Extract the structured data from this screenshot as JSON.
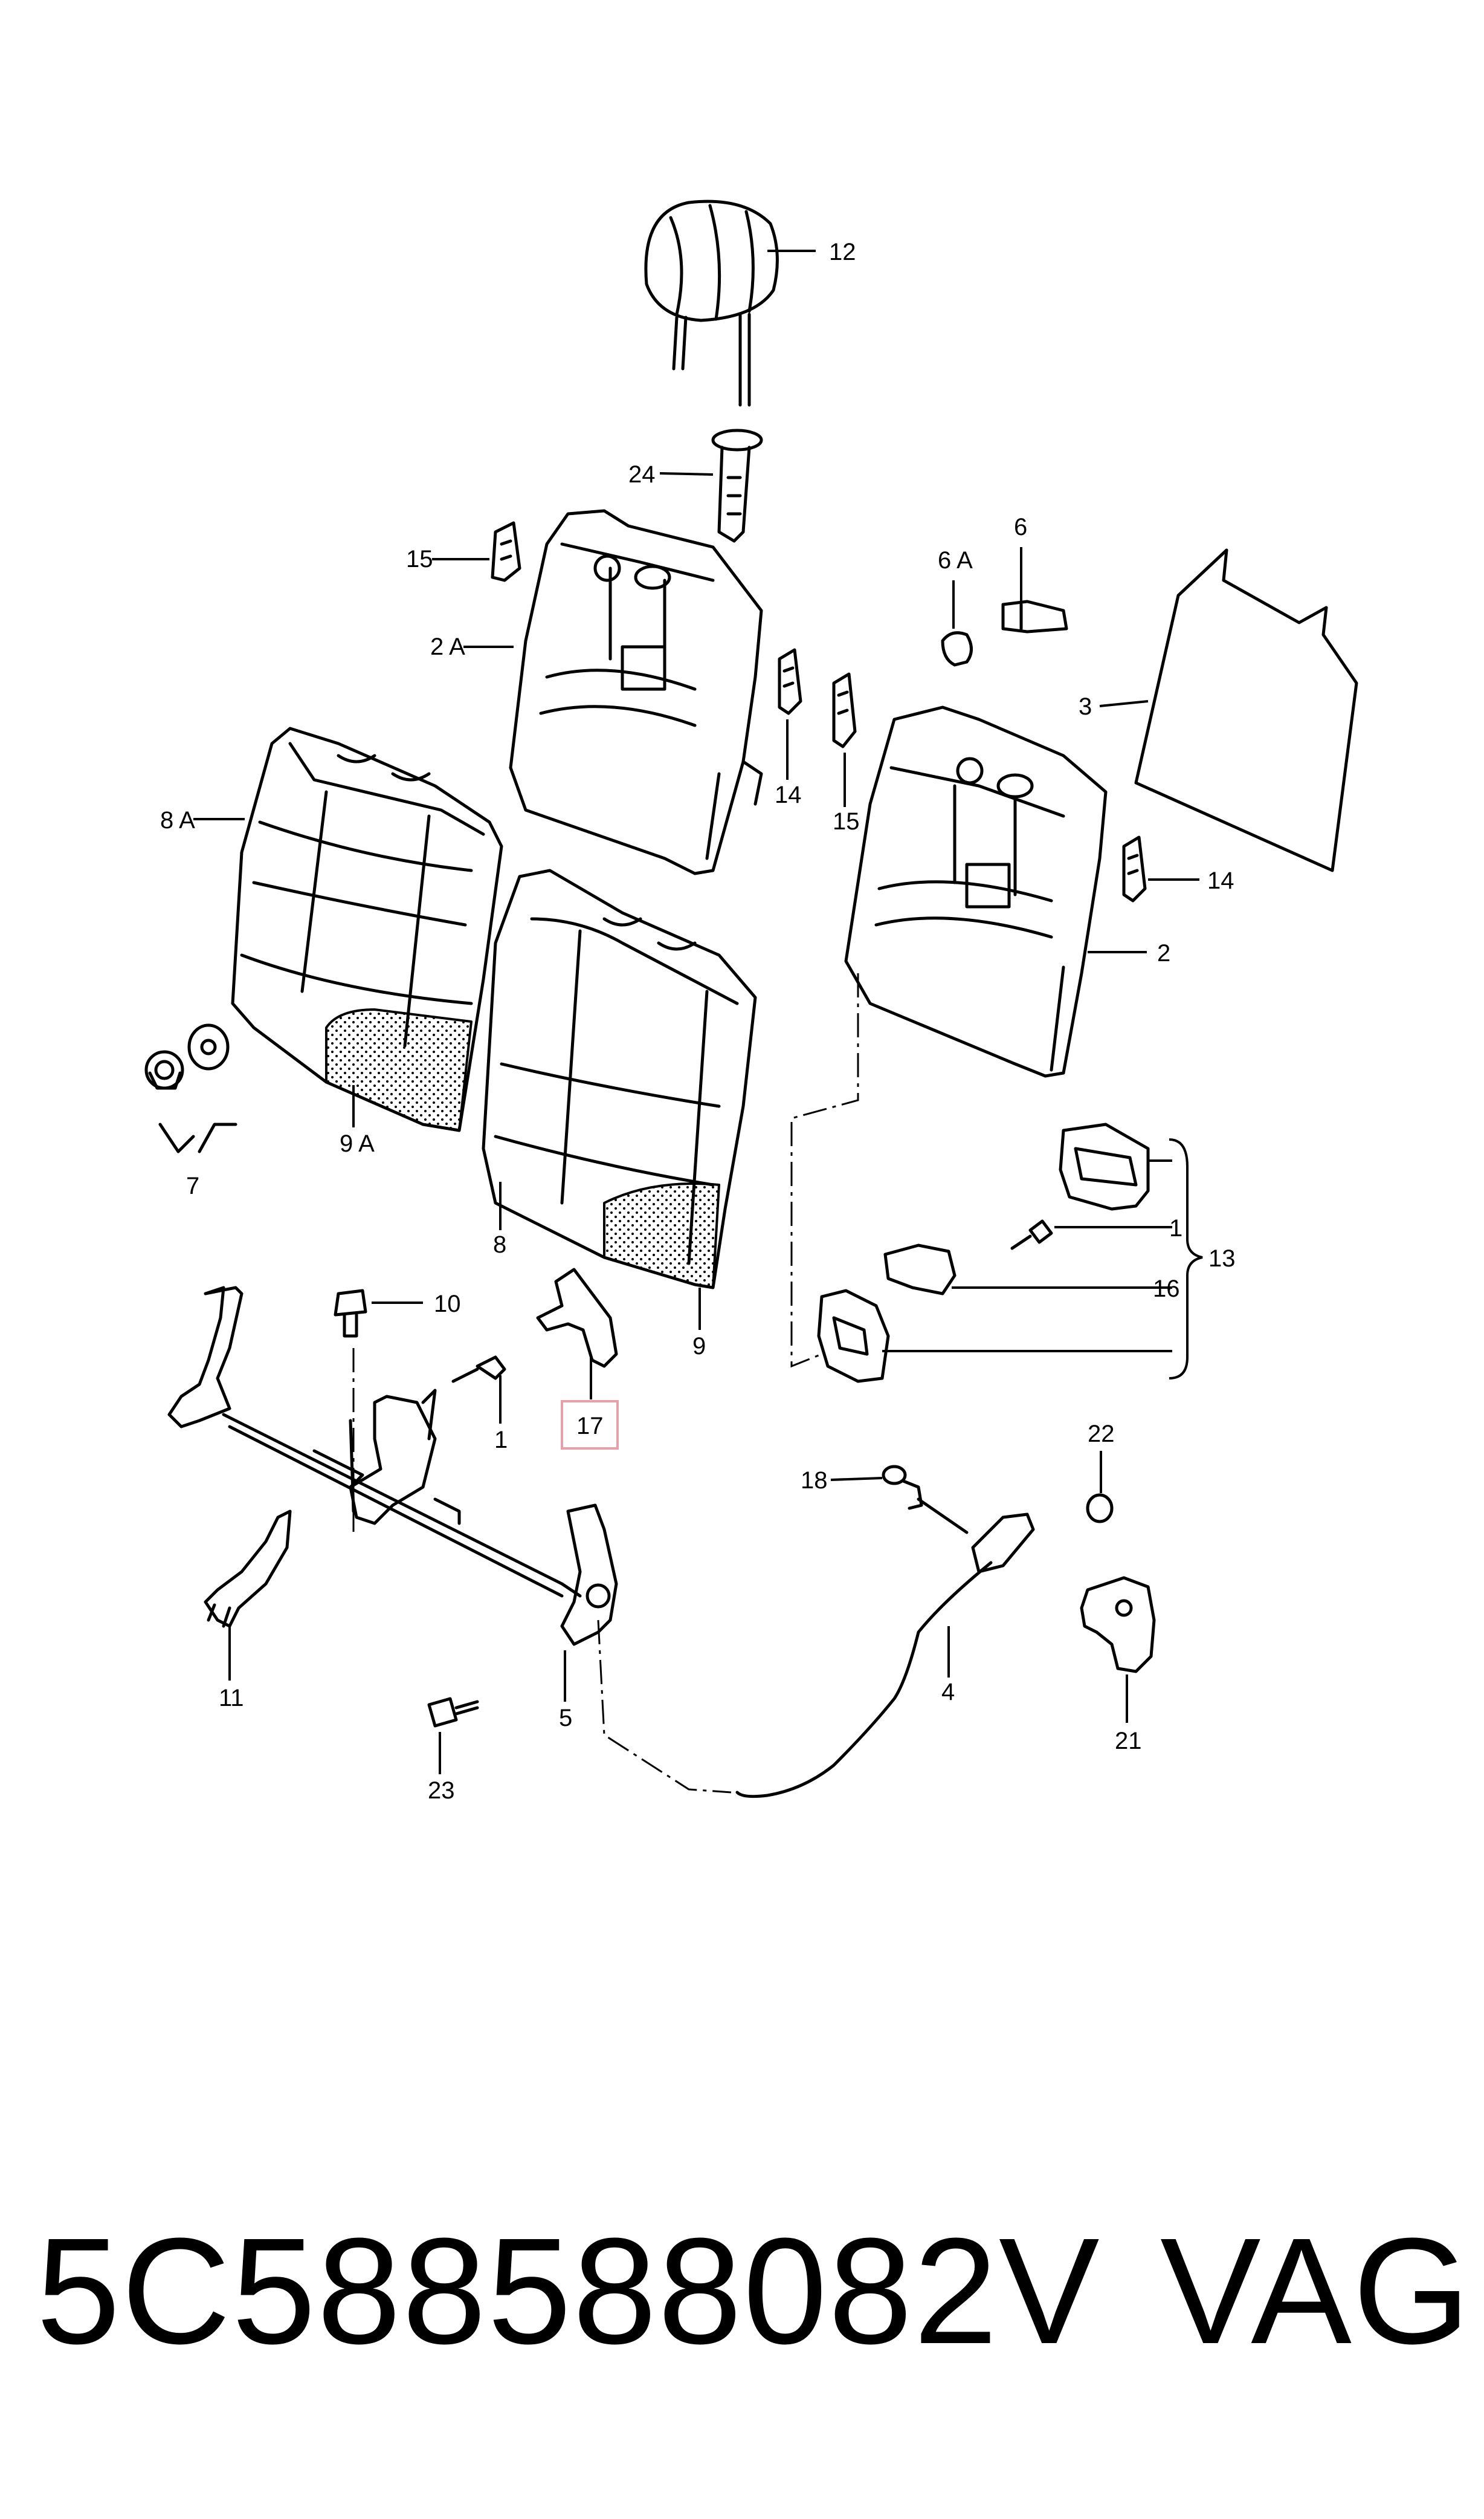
{
  "callouts": {
    "c12": "12",
    "c24": "24",
    "c15a": "15",
    "c2a": "2 A",
    "c6a": "6 A",
    "c6": "6",
    "c3": "3",
    "c14a": "14",
    "c15b": "15",
    "c8a": "8 A",
    "c14b": "14",
    "c2": "2",
    "c7": "7",
    "c9a": "9 A",
    "c8": "8",
    "c9": "9",
    "c13": "13",
    "c1a": "1",
    "c16": "16",
    "c10": "10",
    "c1b": "1",
    "c17": "17",
    "c22": "22",
    "c18": "18",
    "c21": "21",
    "c4": "4",
    "c11": "11",
    "c5": "5",
    "c23": "23"
  },
  "footer": {
    "part_number": "5C588588082V",
    "brand": "VAG"
  },
  "highlight_color": "#e8a0a8"
}
